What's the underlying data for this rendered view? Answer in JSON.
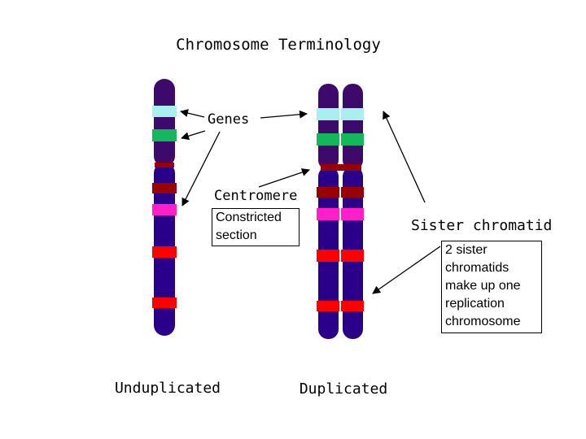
{
  "title": "Chromosome Terminology",
  "labels": {
    "genes": "Genes",
    "centromere": "Centromere",
    "sister_chromatid": "Sister chromatid",
    "unduplicated": "Unduplicated",
    "duplicated": "Duplicated"
  },
  "notes": {
    "constricted": [
      "Constricted",
      "section"
    ],
    "sister": [
      "2 sister",
      "chromatids",
      "make up one",
      "replication",
      "chromosome"
    ]
  },
  "colors": {
    "chromosome": "#2a008a",
    "upper_arm": "#3d0a6b",
    "light_blue": "#a8f0f0",
    "green": "#14b85a",
    "dark_red": "#9a0000",
    "magenta": "#ff1ec8",
    "red": "#ff0000"
  }
}
